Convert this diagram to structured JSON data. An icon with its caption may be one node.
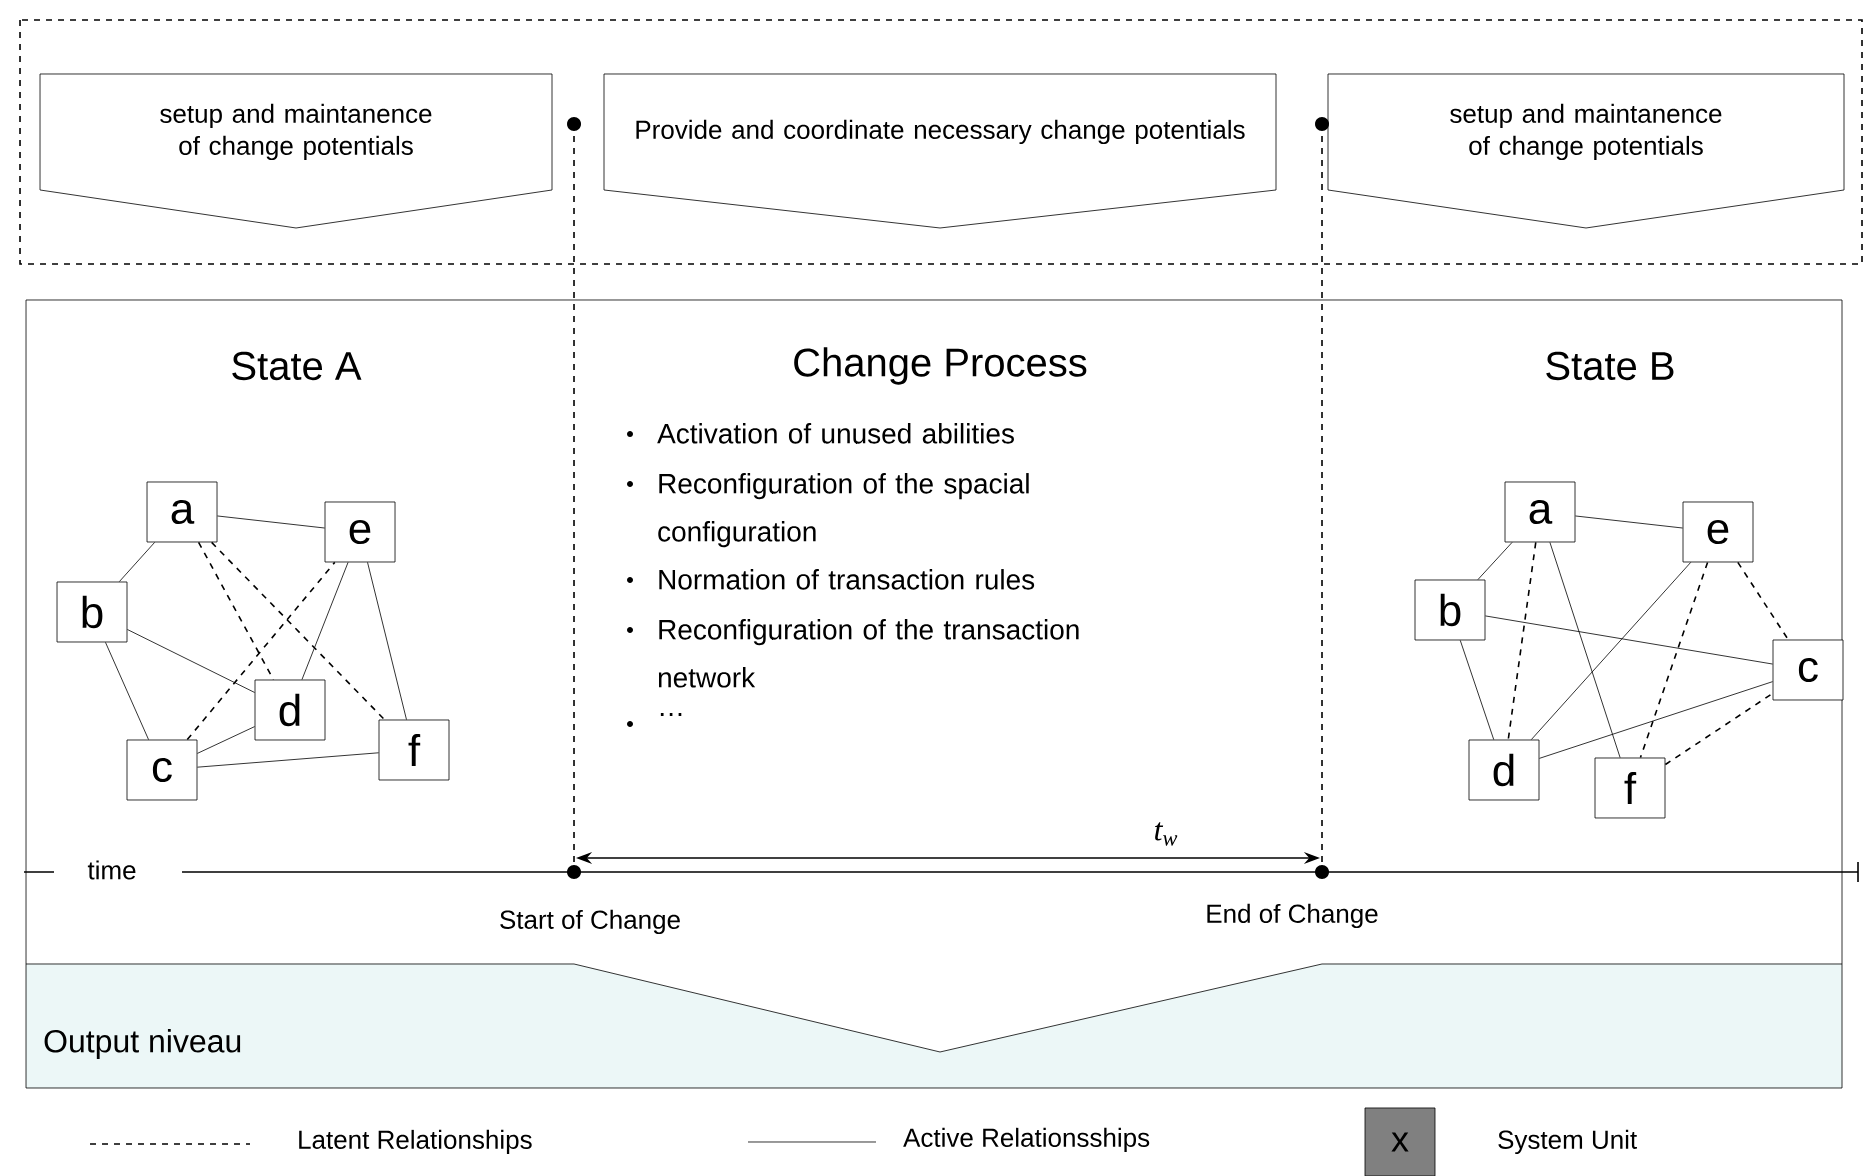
{
  "diagram": {
    "nodes": [
      {
        "text": [
          "setup and maintanence of change potentials"
        ]
      },
      {
        "text": [
          "Provide and coordinate necessary change potentials"
        ]
      },
      {
        "text": [
          "setup and maintanence of change potentials"
        ]
      },
      {
        "text": [
          "a"
        ]
      },
      {
        "text": [
          "b"
        ]
      },
      {
        "text": [
          "c"
        ]
      },
      {
        "text": [
          "d"
        ]
      },
      {
        "text": [
          "e"
        ]
      },
      {
        "text": [
          "f"
        ]
      },
      {
        "text": [
          "a"
        ]
      },
      {
        "text": [
          "b"
        ]
      },
      {
        "text": [
          "c"
        ]
      },
      {
        "text": [
          "d"
        ]
      },
      {
        "text": [
          "e"
        ]
      },
      {
        "text": [
          "f"
        ]
      }
    ],
    "edges": [
      {
        "from": 3,
        "to": 4,
        "arrow": "none"
      },
      {
        "from": 3,
        "to": 7,
        "arrow": "none"
      },
      {
        "from": 4,
        "to": 5,
        "arrow": "none"
      },
      {
        "from": 4,
        "to": 6,
        "arrow": "none"
      },
      {
        "from": 5,
        "to": 6,
        "arrow": "none"
      },
      {
        "from": 5,
        "to": 8,
        "arrow": "none"
      },
      {
        "from": 7,
        "to": 6,
        "arrow": "none"
      },
      {
        "from": 7,
        "to": 8,
        "arrow": "none"
      },
      {
        "from": 3,
        "to": 6,
        "arrow": "none",
        "style": "dashed"
      },
      {
        "from": 3,
        "to": 8,
        "arrow": "none",
        "style": "dashed"
      },
      {
        "from": 5,
        "to": 7,
        "arrow": "none",
        "style": "dashed"
      },
      {
        "from": 9,
        "to": 10,
        "arrow": "none"
      },
      {
        "from": 9,
        "to": 13,
        "arrow": "none"
      },
      {
        "from": 9,
        "to": 14,
        "arrow": "none"
      },
      {
        "from": 10,
        "to": 12,
        "arrow": "none"
      },
      {
        "from": 10,
        "to": 11,
        "arrow": "none"
      },
      {
        "from": 12,
        "to": 13,
        "arrow": "none"
      },
      {
        "from": 12,
        "to": 11,
        "arrow": "none"
      },
      {
        "from": 9,
        "to": 12,
        "arrow": "none",
        "style": "dashed"
      },
      {
        "from": 13,
        "to": 14,
        "arrow": "none",
        "style": "dashed"
      },
      {
        "from": 13,
        "to": 11,
        "arrow": "none",
        "style": "dashed"
      },
      {
        "from": 14,
        "to": 11,
        "arrow": "none",
        "style": "dashed"
      }
    ],
    "labels": [
      "State A",
      "Change Process",
      "State B",
      "Activation of unused abilities",
      "Reconfiguration of the spacial configuration",
      "Normation of transaction rules",
      "Reconfiguration of the transaction network",
      "…",
      "t$_{w}$",
      "time",
      "Start of Change",
      "End of Change",
      "Output niveau",
      "x"
    ],
    "legend": [
      {
        "text": "Latent Relationships"
      },
      {
        "text": "Active Relationsships"
      },
      {
        "text": "System Unit"
      }
    ]
  }
}
